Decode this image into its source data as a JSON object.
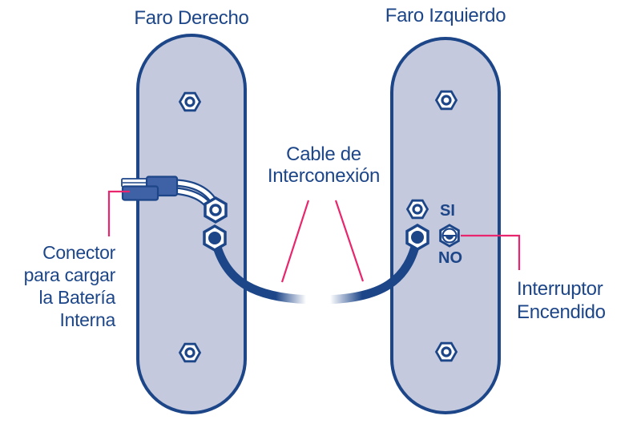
{
  "colors": {
    "navy": "#1d4689",
    "capsule": "#c4c9dd",
    "pink": "#e8256d",
    "plug": "#3f61a5"
  },
  "diagram": {
    "right_headlamp_title": "Faro Derecho",
    "left_headlamp_title": "Faro Izquierdo",
    "switch_on_label": "SI",
    "switch_off_label": "NO",
    "labels": {
      "cable": [
        "Cable de",
        "Interconexión"
      ],
      "connector": [
        "Conector",
        "para cargar",
        "la Batería",
        "Interna"
      ],
      "switch": [
        "Interruptor",
        "Encendido"
      ]
    }
  }
}
